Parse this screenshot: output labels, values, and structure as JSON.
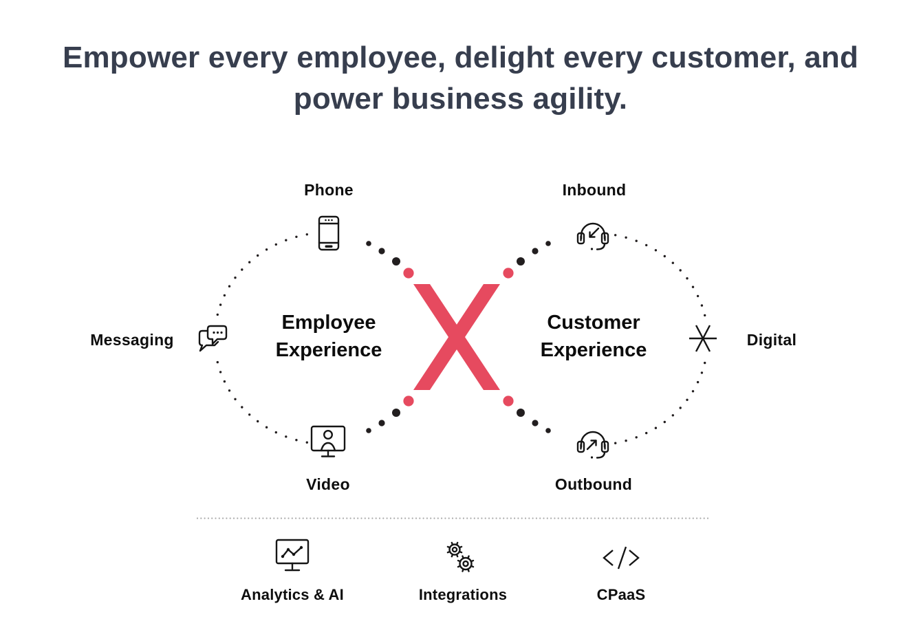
{
  "title": {
    "line1": "Empower every employee, delight every customer, and",
    "line2": "power business agility."
  },
  "colors": {
    "accent": "#E64A5F",
    "title_text": "#373E4E",
    "label_text": "#0E0E0E",
    "icon_ink": "#151515",
    "trail_dot": "#221E1F",
    "divider_dot": "#A9A9A9"
  },
  "employee_circle": {
    "name_line1": "Employee",
    "name_line2": "Experience",
    "items": [
      {
        "label": "Phone",
        "icon": "phone-icon",
        "position": "top"
      },
      {
        "label": "Messaging",
        "icon": "chat-bubbles-icon",
        "position": "left"
      },
      {
        "label": "Video",
        "icon": "video-call-icon",
        "position": "bottom"
      }
    ]
  },
  "customer_circle": {
    "name_line1": "Customer",
    "name_line2": "Experience",
    "items": [
      {
        "label": "Inbound",
        "icon": "headset-inbound-icon",
        "position": "top"
      },
      {
        "label": "Digital",
        "icon": "asterisk-icon",
        "position": "right"
      },
      {
        "label": "Outbound",
        "icon": "headset-outbound-icon",
        "position": "bottom"
      }
    ]
  },
  "center_logo": {
    "name": "x-logo"
  },
  "platform_row": {
    "items": [
      {
        "label": "Analytics & AI",
        "icon": "analytics-icon"
      },
      {
        "label": "Integrations",
        "icon": "integrations-icon"
      },
      {
        "label": "CPaaS",
        "icon": "code-icon"
      }
    ]
  }
}
